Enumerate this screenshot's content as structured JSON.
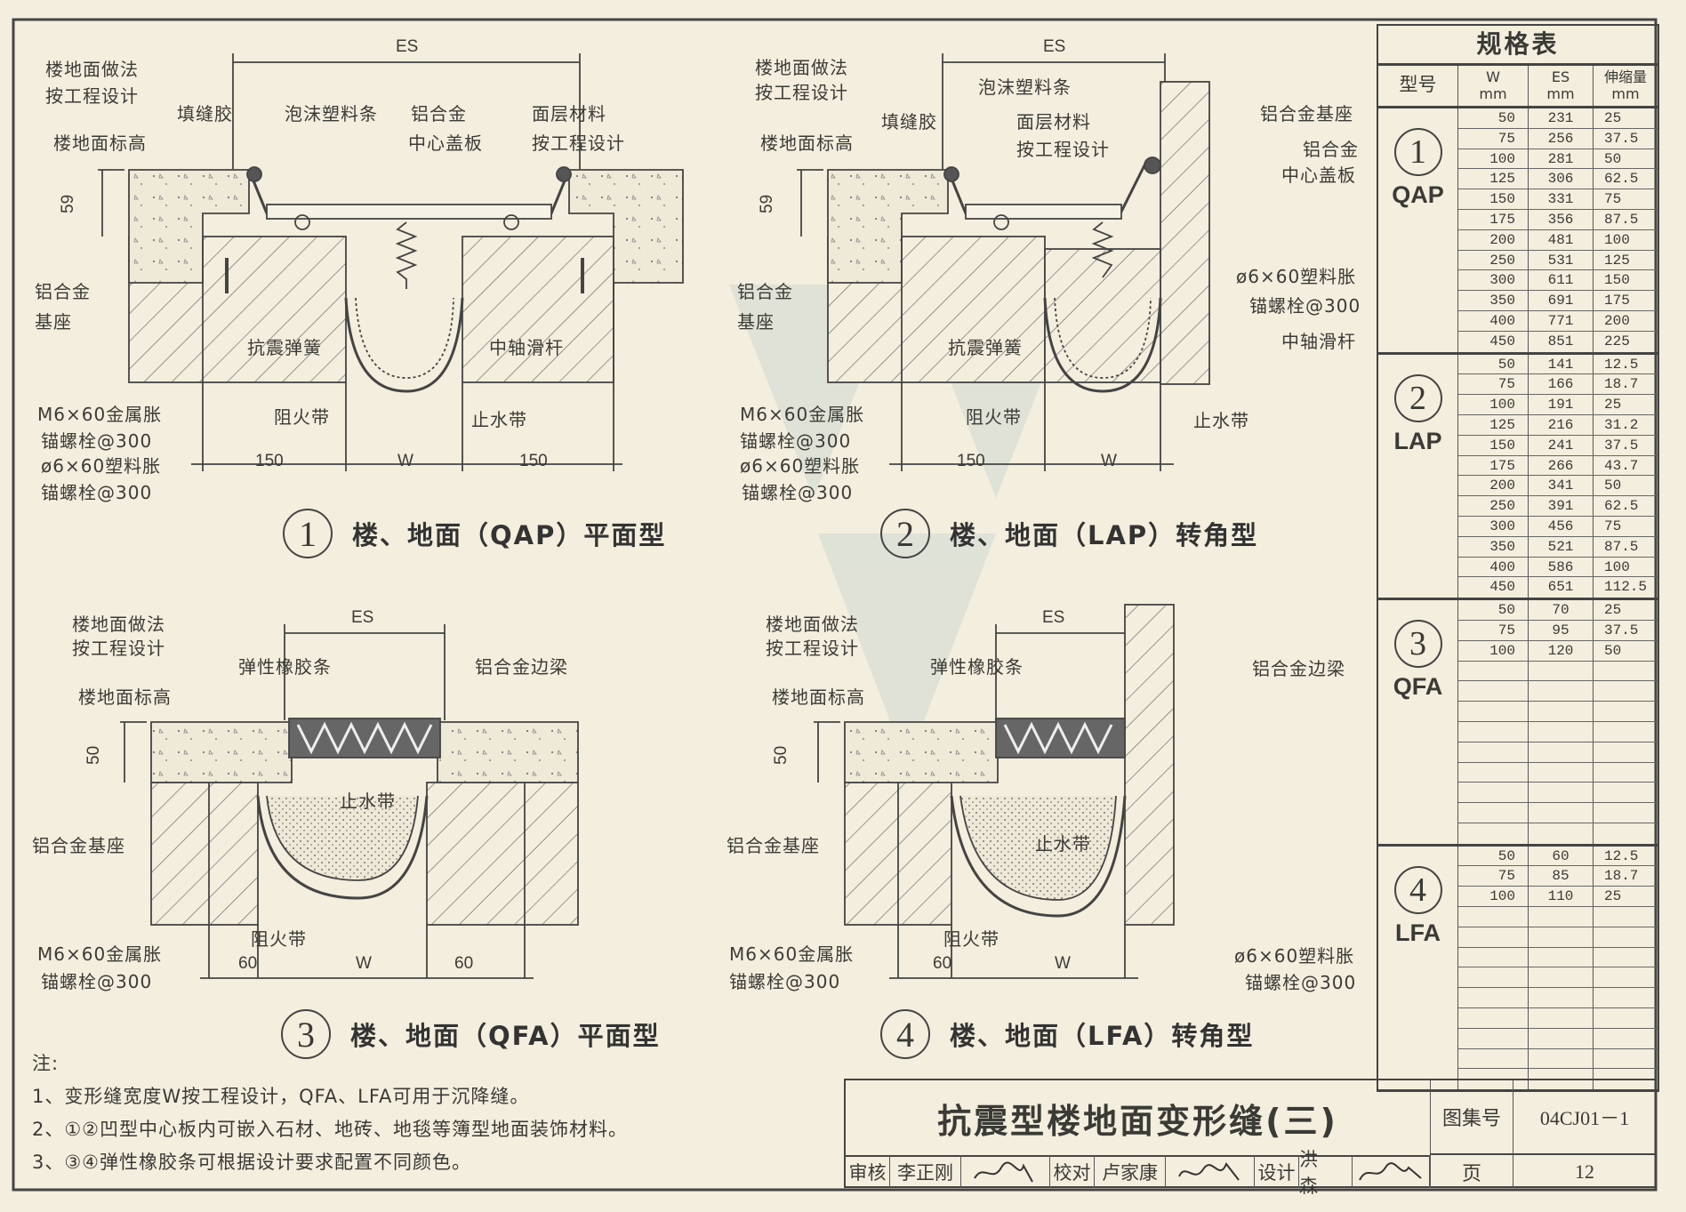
{
  "diagrams": [
    {
      "caption": {
        "num": "1",
        "text": "楼、地面（QAP）平面型"
      },
      "labels": [
        "ES",
        "楼地面做法",
        "按工程设计",
        "填缝胶",
        "泡沫塑料条",
        "铝合金",
        "中心盖板",
        "面层材料",
        "按工程设计",
        "楼地面标高",
        "59",
        "铝合金",
        "基座",
        "抗震弹簧",
        "中轴滑杆",
        "阻火带",
        "止水带",
        "M6×60金属胀",
        "锚螺栓@300",
        "ø6×60塑料胀",
        "锚螺栓@300",
        "150",
        "W",
        "150"
      ]
    },
    {
      "caption": {
        "num": "2",
        "text": "楼、地面（LAP）转角型"
      },
      "labels": [
        "ES",
        "楼地面做法",
        "按工程设计",
        "泡沫塑料条",
        "填缝胶",
        "面层材料",
        "按工程设计",
        "楼地面标高",
        "铝合金基座",
        "铝合金",
        "中心盖板",
        "59",
        "ø6×60塑料胀",
        "锚螺栓@300",
        "中轴滑杆",
        "铝合金",
        "基座",
        "抗震弹簧",
        "阻火带",
        "止水带",
        "M6×60金属胀",
        "锚螺栓@300",
        "ø6×60塑料胀",
        "锚螺栓@300",
        "150",
        "W"
      ]
    },
    {
      "caption": {
        "num": "3",
        "text": "楼、地面（QFA）平面型"
      },
      "labels": [
        "ES",
        "楼地面做法",
        "按工程设计",
        "弹性橡胶条",
        "铝合金边梁",
        "楼地面标高",
        "50",
        "止水带",
        "铝合金基座",
        "阻火带",
        "M6×60金属胀",
        "锚螺栓@300",
        "60",
        "W",
        "60"
      ]
    },
    {
      "caption": {
        "num": "4",
        "text": "楼、地面（LFA）转角型"
      },
      "labels": [
        "ES",
        "楼地面做法",
        "按工程设计",
        "弹性橡胶条",
        "铝合金边梁",
        "楼地面标高",
        "50",
        "铝合金基座",
        "止水带",
        "阻火带",
        "M6×60金属胀",
        "锚螺栓@300",
        "ø6×60塑料胀",
        "锚螺栓@300",
        "60",
        "W"
      ]
    }
  ],
  "notes": {
    "title": "注:",
    "items": [
      "1、变形缝宽度W按工程设计，QFA、LFA可用于沉降缝。",
      "2、①②凹型中心板内可嵌入石材、地砖、地毯等簿型地面装饰材料。",
      "3、③④弹性橡胶条可根据设计要求配置不同颜色。"
    ]
  },
  "spec_table": {
    "title": "规格表",
    "headers": {
      "type": "型号",
      "w": "W",
      "w_unit": "mm",
      "es": "ES",
      "es_unit": "mm",
      "exp": "伸缩量",
      "exp_unit": "mm"
    },
    "groups": [
      {
        "num": "1",
        "code": "QAP",
        "rows": [
          [
            "50",
            "231",
            "25"
          ],
          [
            "75",
            "256",
            "37.5"
          ],
          [
            "100",
            "281",
            "50"
          ],
          [
            "125",
            "306",
            "62.5"
          ],
          [
            "150",
            "331",
            "75"
          ],
          [
            "175",
            "356",
            "87.5"
          ],
          [
            "200",
            "481",
            "100"
          ],
          [
            "250",
            "531",
            "125"
          ],
          [
            "300",
            "611",
            "150"
          ],
          [
            "350",
            "691",
            "175"
          ],
          [
            "400",
            "771",
            "200"
          ],
          [
            "450",
            "851",
            "225"
          ]
        ]
      },
      {
        "num": "2",
        "code": "LAP",
        "rows": [
          [
            "50",
            "141",
            "12.5"
          ],
          [
            "75",
            "166",
            "18.7"
          ],
          [
            "100",
            "191",
            "25"
          ],
          [
            "125",
            "216",
            "31.2"
          ],
          [
            "150",
            "241",
            "37.5"
          ],
          [
            "175",
            "266",
            "43.7"
          ],
          [
            "200",
            "341",
            "50"
          ],
          [
            "250",
            "391",
            "62.5"
          ],
          [
            "300",
            "456",
            "75"
          ],
          [
            "350",
            "521",
            "87.5"
          ],
          [
            "400",
            "586",
            "100"
          ],
          [
            "450",
            "651",
            "112.5"
          ]
        ]
      },
      {
        "num": "3",
        "code": "QFA",
        "rows": [
          [
            "50",
            "70",
            "25"
          ],
          [
            "75",
            "95",
            "37.5"
          ],
          [
            "100",
            "120",
            "50"
          ],
          [
            "",
            "",
            ""
          ],
          [
            "",
            "",
            ""
          ],
          [
            "",
            "",
            ""
          ],
          [
            "",
            "",
            ""
          ],
          [
            "",
            "",
            ""
          ],
          [
            "",
            "",
            ""
          ],
          [
            "",
            "",
            ""
          ],
          [
            "",
            "",
            ""
          ],
          [
            "",
            "",
            ""
          ]
        ]
      },
      {
        "num": "4",
        "code": "LFA",
        "rows": [
          [
            "50",
            "60",
            "12.5"
          ],
          [
            "75",
            "85",
            "18.7"
          ],
          [
            "100",
            "110",
            "25"
          ],
          [
            "",
            "",
            ""
          ],
          [
            "",
            "",
            ""
          ],
          [
            "",
            "",
            ""
          ],
          [
            "",
            "",
            ""
          ],
          [
            "",
            "",
            ""
          ],
          [
            "",
            "",
            ""
          ],
          [
            "",
            "",
            ""
          ],
          [
            "",
            "",
            ""
          ],
          [
            "",
            "",
            ""
          ]
        ]
      }
    ]
  },
  "title_block": {
    "title": "抗震型楼地面变形缝(三)",
    "atlas_label": "图集号",
    "atlas_no": "04CJ01－1",
    "page_label": "页",
    "page_no": "12",
    "review_label": "审核",
    "reviewer": "李正刚",
    "check_label": "校对",
    "checker": "卢家康",
    "design_label": "设计",
    "designer": "洪　森"
  }
}
